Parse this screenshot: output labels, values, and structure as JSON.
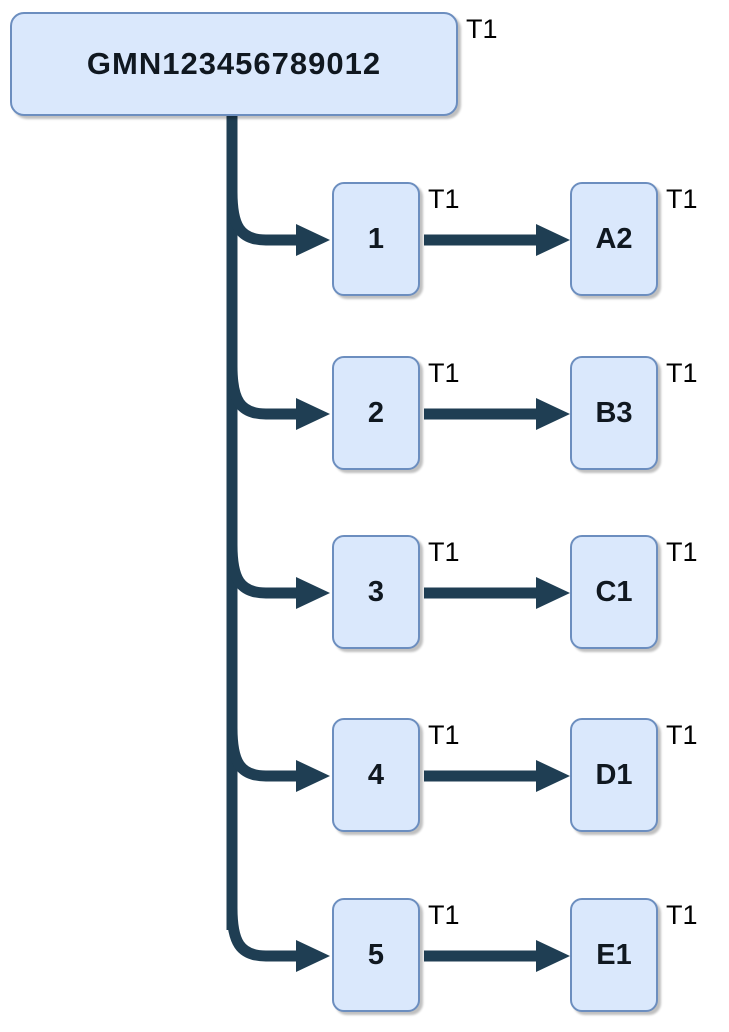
{
  "diagram": {
    "root": {
      "label": "GMN123456789012",
      "tag": "T1"
    },
    "rows": [
      {
        "source": "1",
        "source_tag": "T1",
        "target": "A2",
        "target_tag": "T1"
      },
      {
        "source": "2",
        "source_tag": "T1",
        "target": "B3",
        "target_tag": "T1"
      },
      {
        "source": "3",
        "source_tag": "T1",
        "target": "C1",
        "target_tag": "T1"
      },
      {
        "source": "4",
        "source_tag": "T1",
        "target": "D1",
        "target_tag": "T1"
      },
      {
        "source": "5",
        "source_tag": "T1",
        "target": "E1",
        "target_tag": "T1"
      }
    ],
    "colors": {
      "node_fill": "#dae8fc",
      "node_border": "#6c8ebf",
      "connector": "#1f3e53",
      "label_text": "#000000"
    }
  }
}
